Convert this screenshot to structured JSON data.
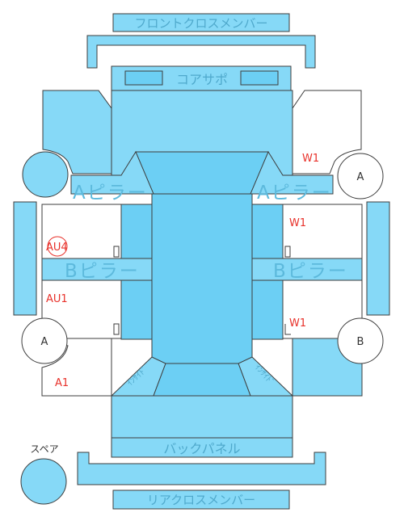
{
  "parts": {
    "front_cross_member": "フロントクロスメンバー",
    "core_support": "コアサポ",
    "a_pillar_left": "Aピラー",
    "a_pillar_right": "Aピラー",
    "b_pillar_left": "Bピラー",
    "b_pillar_right": "Bピラー",
    "back_panel": "バックパネル",
    "rear_cross_member": "リアクロスメンバー",
    "inside_left": "ｲﾝｻｲﾄﾞ",
    "inside_right": "ｲﾝｻｲﾄﾞ"
  },
  "wheels": {
    "front_left": "",
    "front_right": "A",
    "rear_left": "A",
    "rear_right": "B"
  },
  "spare": {
    "label": "スペア"
  },
  "damage_codes": [
    {
      "code": "W1",
      "location": "right front fender"
    },
    {
      "code": "W1",
      "location": "right front door"
    },
    {
      "code": "W1",
      "location": "right rear door"
    },
    {
      "code": "AU4",
      "location": "left front door",
      "circled": true
    },
    {
      "code": "AU1",
      "location": "left rear door"
    },
    {
      "code": "A1",
      "location": "left rear quarter"
    }
  ]
}
